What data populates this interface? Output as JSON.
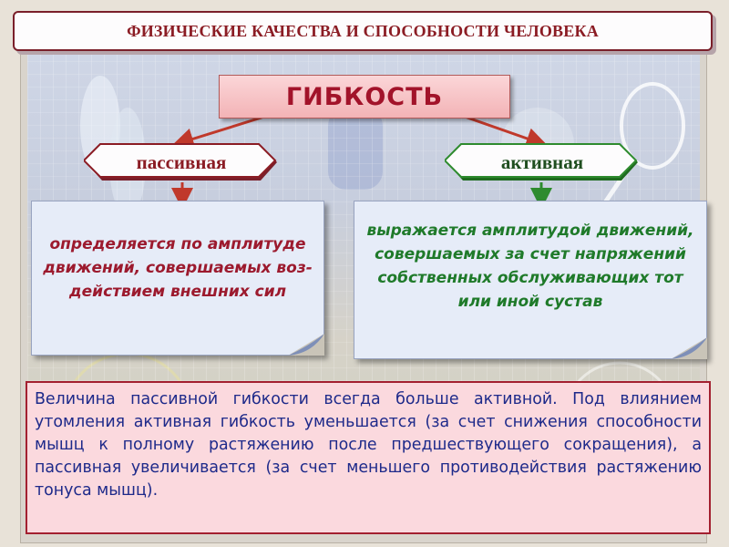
{
  "header": {
    "title": "ФИЗИЧЕСКИЕ КАЧЕСТВА И СПОСОБНОСТИ ЧЕЛОВЕКА"
  },
  "concept": {
    "title": "ГИБКОСТЬ"
  },
  "branches": {
    "passive": {
      "label": "пассивная",
      "description": "определяется по амплитуде движений, совершаемых воз-действием внешних сил"
    },
    "active": {
      "label": "активная",
      "description": "выражается амплитудой движений, совершаемых за счет напряжений собственных обслуживающих тот или иной сустав"
    }
  },
  "note": {
    "text": "Величина пассивной гибкости всегда больше активной. Под влиянием утомления активная гибкость уменьшается (за счет снижения способности мышц к полному растяжению после предшествующего сокращения), а пассивная увеличивается (за счет меньшего противодействия растяжению тонуса мышц)."
  },
  "colors": {
    "accent_red": "#a2132a",
    "accent_green": "#2e8b2e",
    "note_text": "#1e2a8a",
    "card_fill": "#e6ecf8"
  }
}
